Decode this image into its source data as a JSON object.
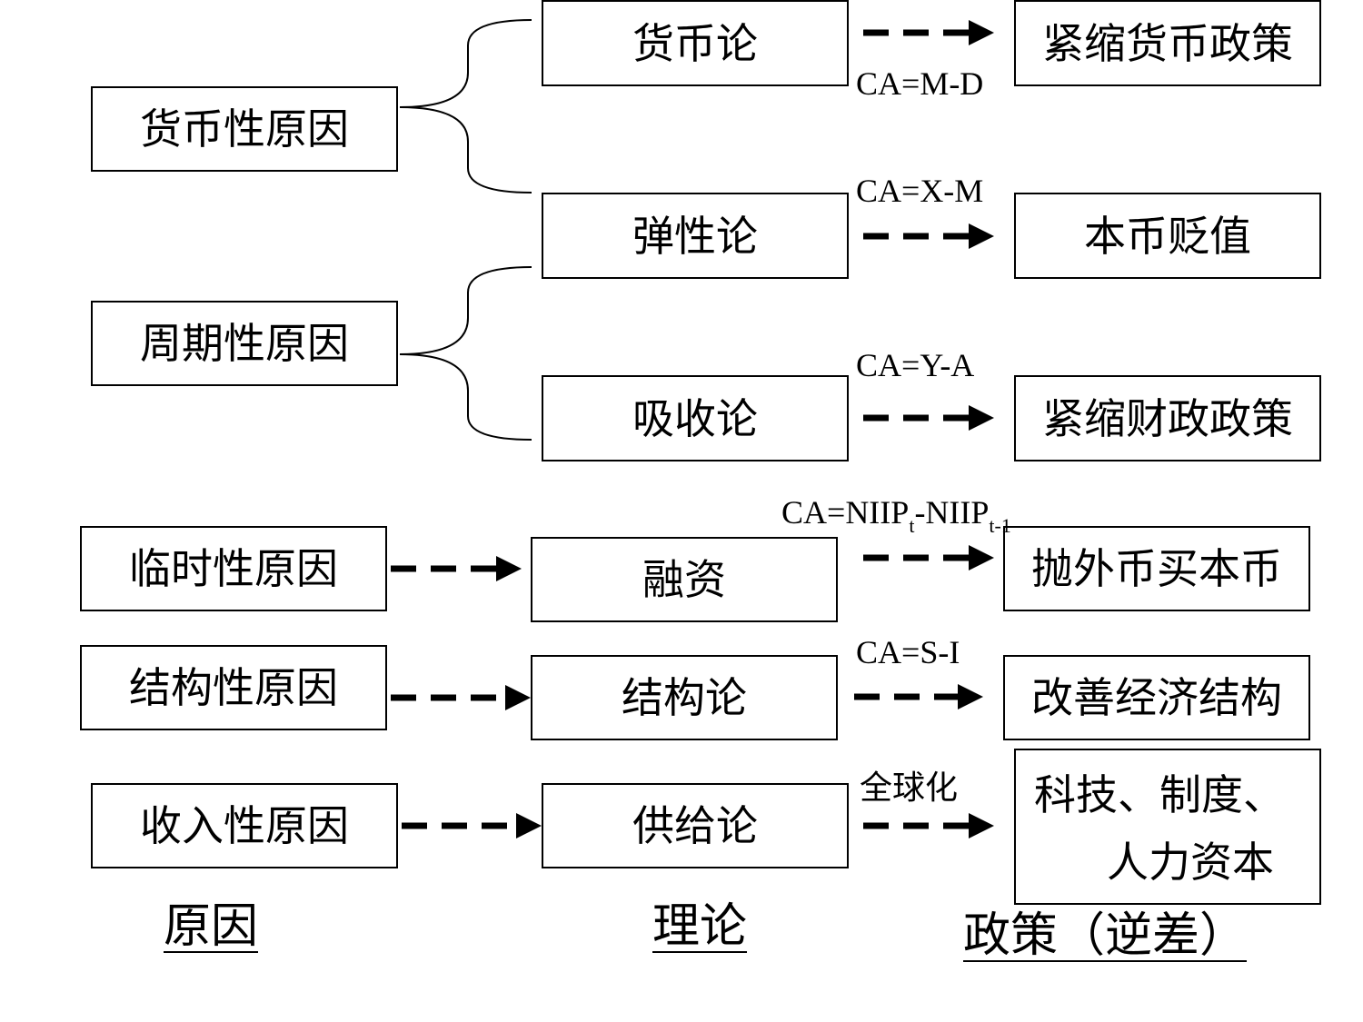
{
  "causes": {
    "monetary": "货币性原因",
    "cyclical": "周期性原因",
    "temporary": "临时性原因",
    "structural": "结构性原因",
    "income": "收入性原因"
  },
  "theories": {
    "monetary": "货币论",
    "elasticity": "弹性论",
    "absorption": "吸收论",
    "financing": "融资",
    "structural": "结构论",
    "supply": "供给论"
  },
  "policies": {
    "tight_monetary": "紧缩货币政策",
    "devaluation": "本币贬值",
    "tight_fiscal": "紧缩财政政策",
    "sell_foreign": "抛外币买本币",
    "improve_structure": "改善经济结构",
    "tech_line1": "科技、制度、",
    "tech_line2": "人力资本"
  },
  "formulas": {
    "monetary": "CA=M-D",
    "elasticity": "CA=X-M",
    "absorption": "CA=Y-A",
    "financing_a": "CA=NIIP",
    "financing_sub_a": "t",
    "financing_b": "-NIIP",
    "financing_sub_b": "t-1",
    "structural": "CA=S-I",
    "supply": "全球化"
  },
  "footer": {
    "causes": "原因",
    "theories": "理论",
    "policies": "政策（逆差）"
  }
}
